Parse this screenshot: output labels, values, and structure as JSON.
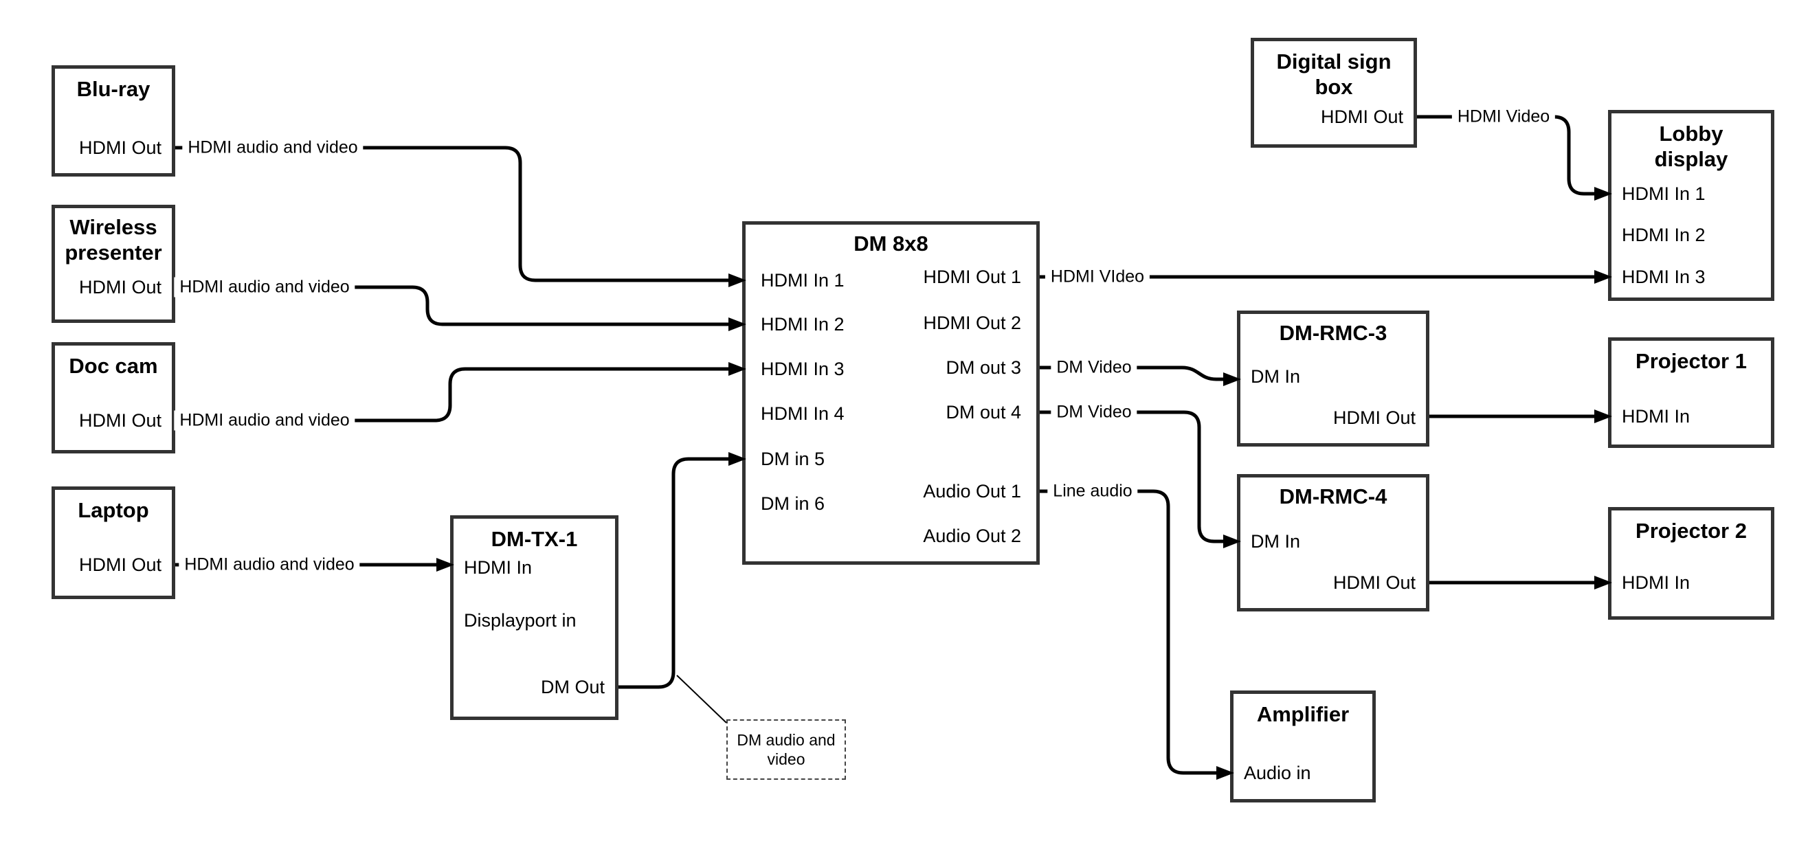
{
  "nodes": [
    {
      "id": "blu-ray",
      "title_lines": [
        "Blu-ray"
      ],
      "ports": [
        {
          "name": "HDMI Out",
          "side": "right"
        }
      ]
    },
    {
      "id": "wireless-presenter",
      "title_lines": [
        "Wireless",
        "presenter"
      ],
      "ports": [
        {
          "name": "HDMI Out",
          "side": "right"
        }
      ]
    },
    {
      "id": "doc-cam",
      "title_lines": [
        "Doc cam"
      ],
      "ports": [
        {
          "name": "HDMI Out",
          "side": "right"
        }
      ]
    },
    {
      "id": "laptop",
      "title_lines": [
        "Laptop"
      ],
      "ports": [
        {
          "name": "HDMI Out",
          "side": "right"
        }
      ]
    },
    {
      "id": "dm-tx-1",
      "title_lines": [
        "DM-TX-1"
      ],
      "ports": [
        {
          "name": "HDMI In",
          "side": "left"
        },
        {
          "name": "Displayport in",
          "side": "left"
        },
        {
          "name": "DM Out",
          "side": "right"
        }
      ]
    },
    {
      "id": "dm-8x8",
      "title_lines": [
        "DM 8x8"
      ],
      "ports": [
        {
          "name": "HDMI In 1",
          "side": "left"
        },
        {
          "name": "HDMI In 2",
          "side": "left"
        },
        {
          "name": "HDMI In 3",
          "side": "left"
        },
        {
          "name": "HDMI In 4",
          "side": "left"
        },
        {
          "name": "DM in 5",
          "side": "left"
        },
        {
          "name": "DM in 6",
          "side": "left"
        },
        {
          "name": "HDMI Out 1",
          "side": "right"
        },
        {
          "name": "HDMI Out 2",
          "side": "right"
        },
        {
          "name": "DM out 3",
          "side": "right"
        },
        {
          "name": "DM out 4",
          "side": "right"
        },
        {
          "name": "Audio Out 1",
          "side": "right"
        },
        {
          "name": "Audio Out 2",
          "side": "right"
        }
      ]
    },
    {
      "id": "digital-sign-box",
      "title_lines": [
        "Digital sign",
        "box"
      ],
      "ports": [
        {
          "name": "HDMI Out",
          "side": "right"
        }
      ]
    },
    {
      "id": "lobby-display",
      "title_lines": [
        "Lobby",
        "display"
      ],
      "ports": [
        {
          "name": "HDMI In 1",
          "side": "left"
        },
        {
          "name": "HDMI In 2",
          "side": "left"
        },
        {
          "name": "HDMI In 3",
          "side": "left"
        }
      ]
    },
    {
      "id": "dm-rmc-3",
      "title_lines": [
        "DM-RMC-3"
      ],
      "ports": [
        {
          "name": "DM In",
          "side": "left"
        },
        {
          "name": "HDMI Out",
          "side": "right"
        }
      ]
    },
    {
      "id": "projector-1",
      "title_lines": [
        "Projector 1"
      ],
      "ports": [
        {
          "name": "HDMI In",
          "side": "left"
        }
      ]
    },
    {
      "id": "dm-rmc-4",
      "title_lines": [
        "DM-RMC-4"
      ],
      "ports": [
        {
          "name": "DM In",
          "side": "left"
        },
        {
          "name": "HDMI Out",
          "side": "right"
        }
      ]
    },
    {
      "id": "projector-2",
      "title_lines": [
        "Projector 2"
      ],
      "ports": [
        {
          "name": "HDMI In",
          "side": "left"
        }
      ]
    },
    {
      "id": "amplifier",
      "title_lines": [
        "Amplifier"
      ],
      "ports": [
        {
          "name": "Audio in",
          "side": "left"
        }
      ]
    }
  ],
  "edges": [
    {
      "id": "e1",
      "from": "blu-ray.HDMI Out",
      "to": "dm-8x8.HDMI In 1",
      "label": "HDMI audio and video"
    },
    {
      "id": "e2",
      "from": "wireless-presenter.HDMI Out",
      "to": "dm-8x8.HDMI In 2",
      "label": "HDMI audio and video"
    },
    {
      "id": "e3",
      "from": "doc-cam.HDMI Out",
      "to": "dm-8x8.HDMI In 3",
      "label": "HDMI audio and video"
    },
    {
      "id": "e4",
      "from": "laptop.HDMI Out",
      "to": "dm-tx-1.HDMI In",
      "label": "HDMI audio and video"
    },
    {
      "id": "e5",
      "from": "dm-tx-1.DM Out",
      "to": "dm-8x8.DM in 5",
      "label": ""
    },
    {
      "id": "e6",
      "from": "dm-8x8.HDMI Out 1",
      "to": "lobby-display.HDMI In 3",
      "label": "HDMI VIdeo"
    },
    {
      "id": "e7",
      "from": "dm-8x8.DM out 3",
      "to": "dm-rmc-3.DM In",
      "label": "DM Video"
    },
    {
      "id": "e8",
      "from": "dm-8x8.DM out 4",
      "to": "dm-rmc-4.DM In",
      "label": "DM Video"
    },
    {
      "id": "e9",
      "from": "dm-8x8.Audio Out 1",
      "to": "amplifier.Audio in",
      "label": "Line audio"
    },
    {
      "id": "e10",
      "from": "digital-sign-box.HDMI Out",
      "to": "lobby-display.HDMI In 1",
      "label": "HDMI Video"
    },
    {
      "id": "e11",
      "from": "dm-rmc-3.HDMI Out",
      "to": "projector-1.HDMI In",
      "label": ""
    },
    {
      "id": "e12",
      "from": "dm-rmc-4.HDMI Out",
      "to": "projector-2.HDMI In",
      "label": ""
    }
  ],
  "annotation": {
    "lines": [
      "DM audio and",
      "video"
    ],
    "attached_to": "e5"
  },
  "colors": {
    "line": "#000000",
    "border": "#333333",
    "background": "#ffffff",
    "text": "#000000"
  }
}
